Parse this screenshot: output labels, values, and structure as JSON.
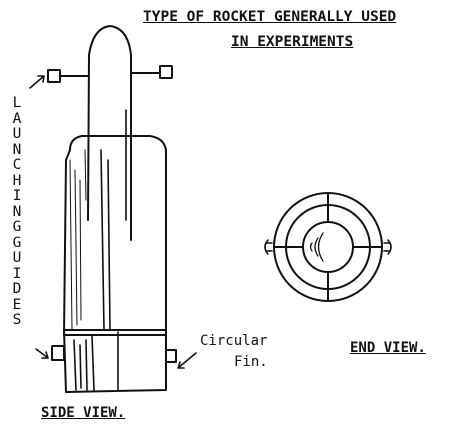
{
  "title": {
    "line1": "TYPE OF ROCKET GENERALLY USED",
    "line2": "IN EXPERIMENTS"
  },
  "labels": {
    "launching_guides": "LAUNCHINGGUIDES",
    "circular_fin_1": "Circular",
    "circular_fin_2": "Fin.",
    "end_view": "END VIEW.",
    "side_view": "SIDE VIEW."
  }
}
